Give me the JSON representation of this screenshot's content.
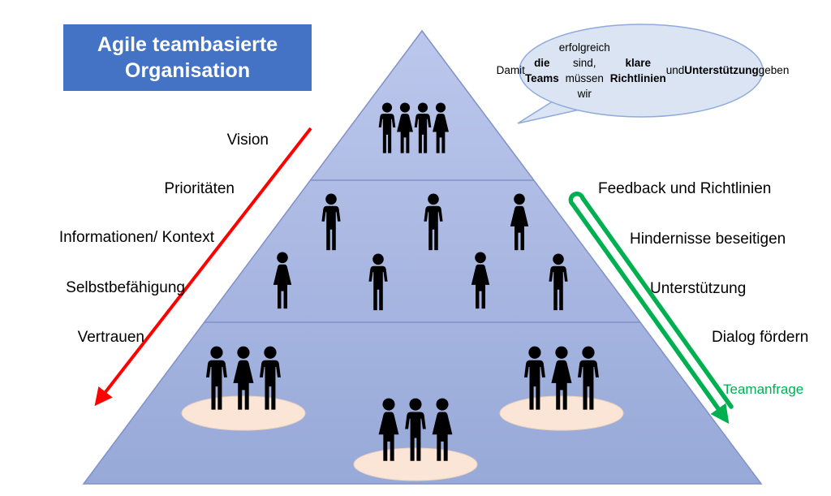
{
  "title": {
    "text": "Agile teambasierte Organisation"
  },
  "speech_bubble": {
    "text": "Damit **die Teams** erfolgreich sind, müssen wir **klare Richtlinien** und **Unterstützung** geben"
  },
  "left_labels": [
    "Vision",
    "Prioritäten",
    "Informationen/ Kontext",
    "Selbstbefähigung",
    "Vertrauen"
  ],
  "right_labels": [
    "Feedback und Richtlinien",
    "Hindernisse beseitigen",
    "Unterstützung",
    "Dialog fördern",
    "Teamanfrage"
  ],
  "pyramid": {
    "tiers": {
      "top": {
        "people": [
          "man",
          "woman",
          "man",
          "woman"
        ]
      },
      "middle": {
        "people": [
          "man",
          "man",
          "woman",
          "woman",
          "man",
          "woman",
          "man"
        ]
      },
      "bottom": {
        "groups": [
          {
            "people": [
              "man",
              "woman",
              "man"
            ]
          },
          {
            "people": [
              "woman",
              "man",
              "woman"
            ]
          },
          {
            "people": [
              "man",
              "woman",
              "man"
            ]
          }
        ]
      }
    }
  },
  "icons": {
    "red_arrow": "top-down-direction-arrow",
    "green_arrow": "bottom-up-feedback-loop-arrow",
    "person_man": "man-silhouette-icon",
    "person_woman": "woman-silhouette-icon",
    "speech_bubble": "oval-callout"
  },
  "colors": {
    "title_bg": "#4472C4",
    "title_text": "#FFFFFF",
    "pyramid_fill_top": "#BCC7EC",
    "pyramid_fill_bottom": "#97A9D8",
    "pyramid_stroke": "#8091C8",
    "red_arrow": "#FF0000",
    "green_arrow": "#00B050",
    "green_text": "#00B050",
    "bubble_fill": "#DBE4F2",
    "bubble_stroke": "#8FAADC",
    "team_oval_fill": "#FBE5D6",
    "team_oval_stroke": "#EDD3BF",
    "person": "#000000"
  }
}
